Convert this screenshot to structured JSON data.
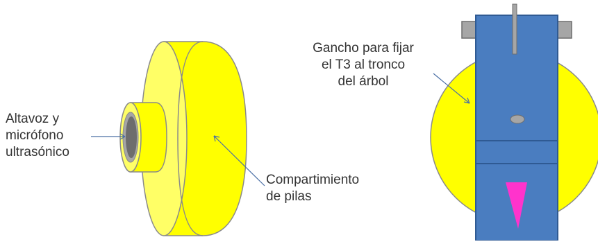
{
  "labels": {
    "speaker": [
      "Altavoz y",
      "micrófono",
      "ultrasónico"
    ],
    "batteries": [
      "Compartimiento",
      "de pilas"
    ],
    "hook": [
      "Gancho para fijar",
      "el T3 al tronco",
      "del árbol"
    ]
  },
  "colors": {
    "yellow": "#ffff00",
    "light_yellow": "#ffff66",
    "stroke": "#8a8a8a",
    "blue": "#4a7dc0",
    "blue_stroke": "#2f5a93",
    "grey": "#a6a6a6",
    "dark_grey": "#6d6d6d",
    "magenta": "#ff33cc",
    "arrow": "#4a6fa5"
  }
}
